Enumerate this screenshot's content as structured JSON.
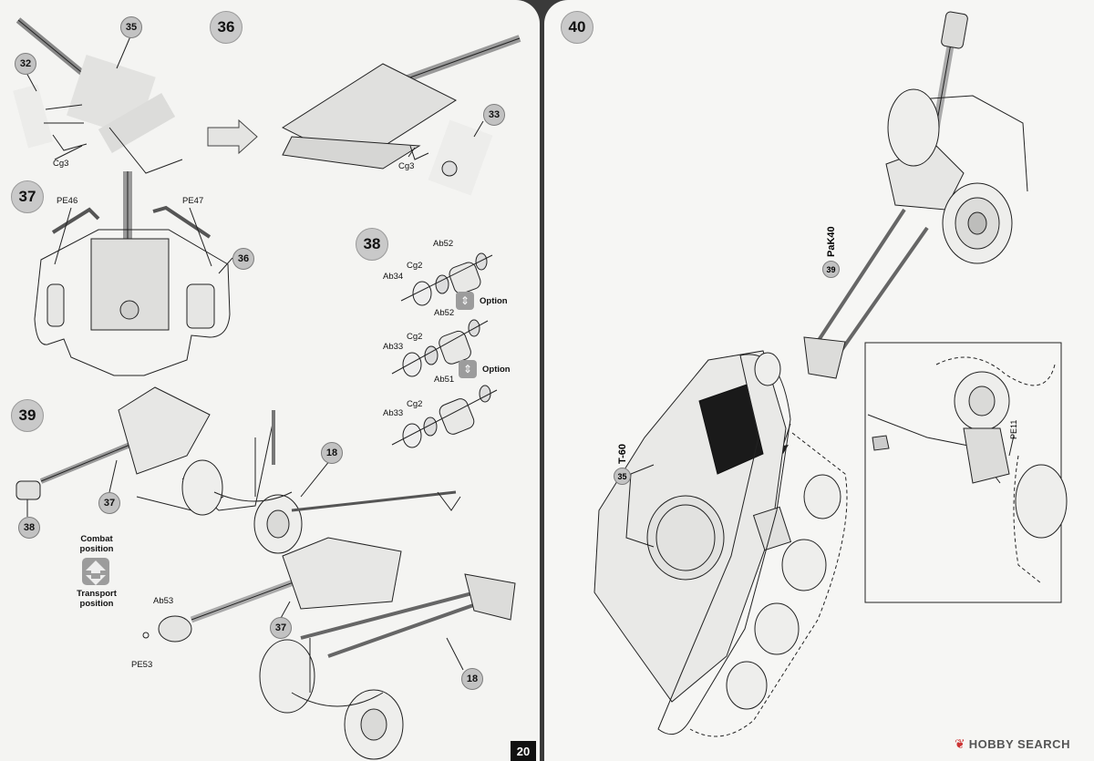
{
  "left_page": {
    "page_number": "20",
    "steps": {
      "s36": "36",
      "s37": "37",
      "s38": "38",
      "s39": "39"
    },
    "callouts": {
      "c35": "35",
      "c32": "32",
      "c33": "33",
      "c36": "36",
      "c37a": "37",
      "c37b": "37",
      "c38": "38",
      "c18a": "18",
      "c18b": "18"
    },
    "parts": {
      "cg3_a": "Cg3",
      "cg3_b": "Cg3",
      "pe46": "PE46",
      "pe47": "PE47",
      "ab52_a": "Ab52",
      "cg2_a": "Cg2",
      "ab34": "Ab34",
      "ab52_b": "Ab52",
      "cg2_b": "Cg2",
      "ab33_a": "Ab33",
      "ab51": "Ab51",
      "cg2_c": "Cg2",
      "ab33_b": "Ab33",
      "ab53": "Ab53",
      "pe53": "PE53"
    },
    "option_label_1": "Option",
    "option_label_2": "Option",
    "combat_position": "Combat position",
    "transport_position": "Transport position"
  },
  "right_page": {
    "step": "40",
    "pak40": {
      "num": "39",
      "text": "PaK40"
    },
    "t60": {
      "num": "35",
      "text": "T-60"
    },
    "pe11": "PE11",
    "watermark": "HOBBY SEARCH"
  },
  "colors": {
    "callout_fill": "#c2c2c2",
    "page_paper": "#f4f4f2",
    "hatch_dark": "#1a1a1a"
  },
  "icons": {
    "arrow": "right-arrow-icon",
    "swap": "swap-arrows-icon"
  }
}
